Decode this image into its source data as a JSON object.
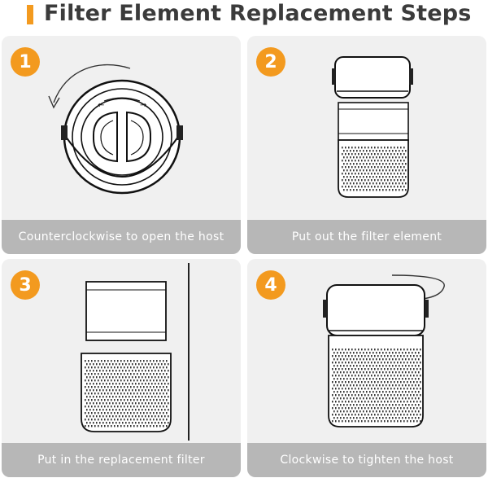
{
  "title": "Filter Element Replacement Steps",
  "colors": {
    "accent": "#f39a1f",
    "caption_bg": "#b7b7b7",
    "card_bg": "#f0f0f0"
  },
  "steps": [
    {
      "number": "1",
      "caption": "Counterclockwise to open the host",
      "icons": [
        "counterclockwise-arrow-icon",
        "filter-lid-top-view"
      ]
    },
    {
      "number": "2",
      "caption": "Put out the filter element",
      "icons": [
        "host-lid",
        "filter-element",
        "host-base"
      ]
    },
    {
      "number": "3",
      "caption": "Put in the replacement filter",
      "icons": [
        "filter-element",
        "host-base"
      ]
    },
    {
      "number": "4",
      "caption": "Clockwise to tighten the host",
      "icons": [
        "clockwise-arrow-icon",
        "assembled-host"
      ]
    }
  ]
}
